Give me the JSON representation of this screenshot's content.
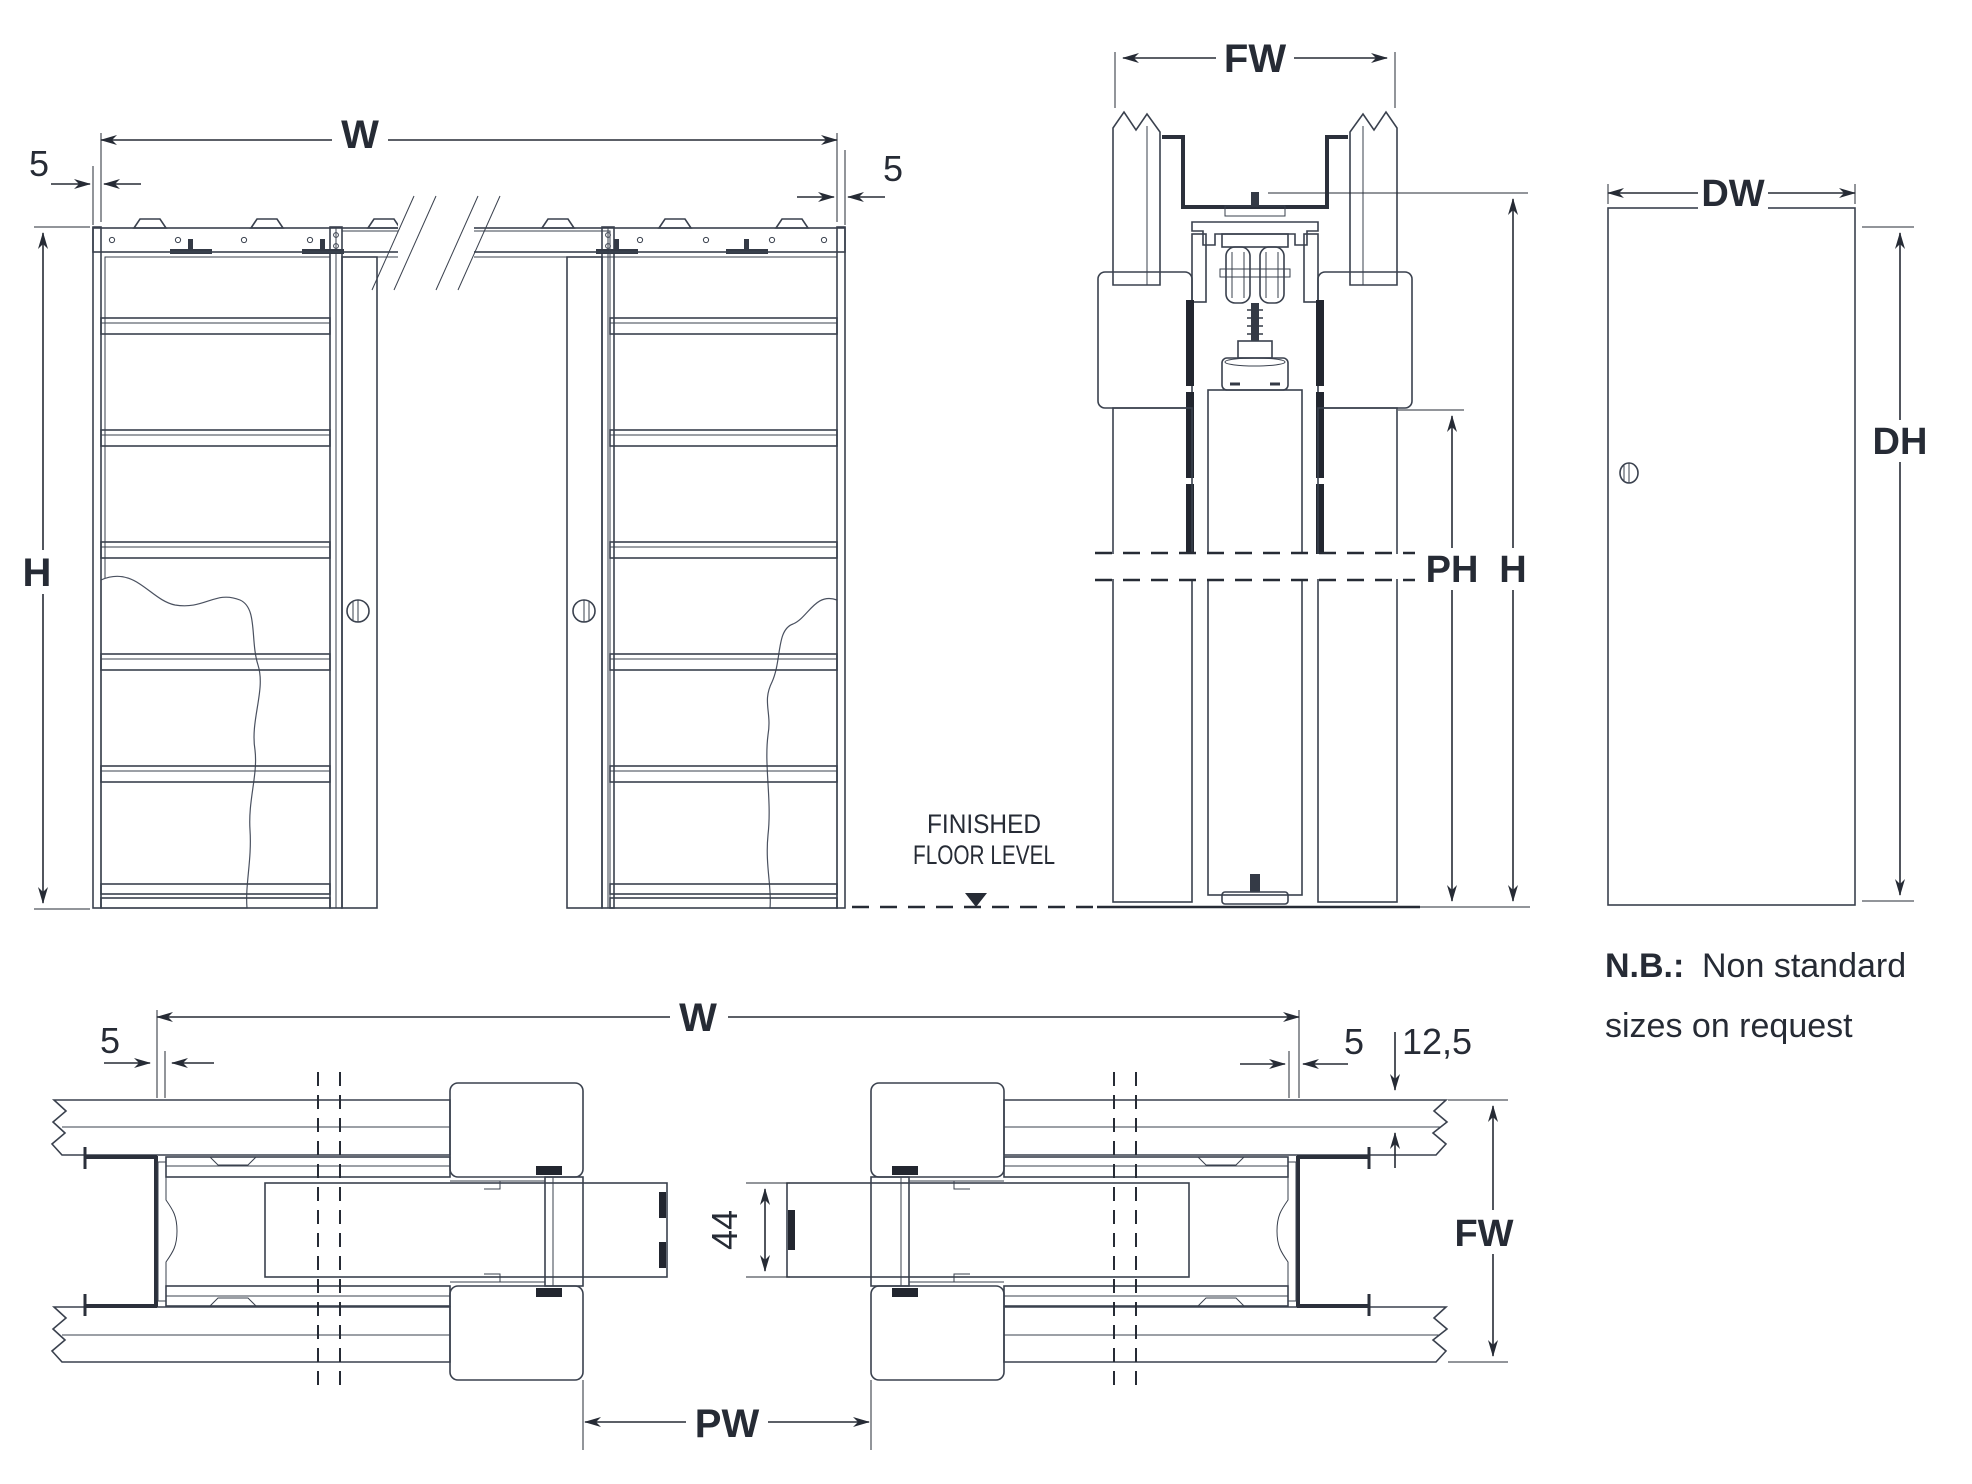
{
  "diagram": {
    "elevation": {
      "w": "W",
      "h": "H",
      "offset_left": "5",
      "offset_right": "5"
    },
    "section": {
      "fw": "FW",
      "ph": "PH",
      "h": "H",
      "floor_label_line1": "FINISHED",
      "floor_label_line2": "FLOOR LEVEL"
    },
    "door_panel": {
      "dw": "DW",
      "dh": "DH"
    },
    "plan": {
      "w": "W",
      "offset_left": "5",
      "offset_right": "5",
      "board_thickness": "12,5",
      "door_thickness": "44",
      "fw": "FW",
      "pw": "PW"
    },
    "note": {
      "prefix": "N.B.:",
      "line1": "Non standard",
      "line2": "sizes on request"
    },
    "colors": {
      "ink": "#262b35",
      "outline": "#3a414e",
      "panel": "#e6e8eb",
      "wood": "#d8dbdf"
    }
  }
}
